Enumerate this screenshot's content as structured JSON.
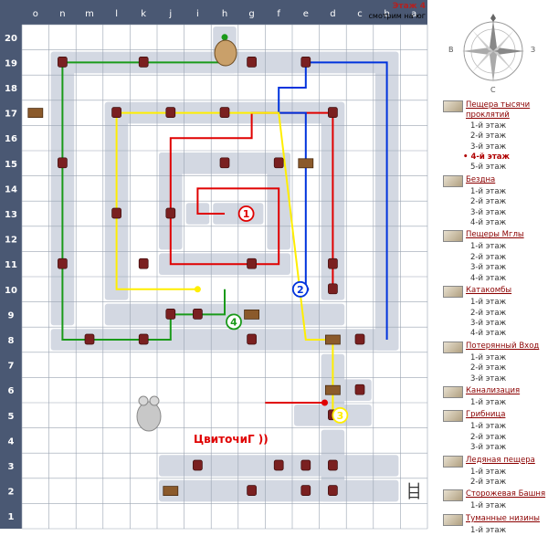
{
  "header": {
    "floor_title": "Этаж 4",
    "view_text": "смотрим на юг"
  },
  "columns": [
    "o",
    "n",
    "m",
    "l",
    "k",
    "j",
    "i",
    "h",
    "g",
    "f",
    "e",
    "d",
    "c",
    "b",
    "a"
  ],
  "rows": [
    "20",
    "19",
    "18",
    "17",
    "16",
    "15",
    "14",
    "13",
    "12",
    "11",
    "10",
    "9",
    "8",
    "7",
    "6",
    "5",
    "4",
    "3",
    "2",
    "1"
  ],
  "compass": {
    "north": "С",
    "west": "В",
    "east": "З"
  },
  "markers": [
    "1",
    "2",
    "3",
    "4"
  ],
  "player_label": "ЦвиточиГ ))",
  "colors": {
    "grid_line": "#9aa3b2",
    "header_bg": "#4a5873",
    "corridor": "#d3d8e2",
    "red": "#e00000",
    "blue": "#0033dd",
    "yellow": "#ffee00",
    "green": "#1a9a1a"
  },
  "sidebar": [
    {
      "name": "Пещера тысячи проклятий",
      "icon": "cave-icon",
      "levels": [
        "1-й этаж",
        "2-й этаж",
        "3-й этаж",
        "4-й этаж",
        "5-й этаж"
      ],
      "current": 3
    },
    {
      "name": "Бездна",
      "icon": "abyss-icon",
      "levels": [
        "1-й этаж",
        "2-й этаж",
        "3-й этаж",
        "4-й этаж"
      ],
      "current": -1
    },
    {
      "name": "Пещеры Мглы",
      "icon": "mist-icon",
      "levels": [
        "1-й этаж",
        "2-й этаж",
        "3-й этаж",
        "4-й этаж"
      ],
      "current": -1
    },
    {
      "name": "Катакомбы",
      "icon": "catacomb-icon",
      "levels": [
        "1-й этаж",
        "2-й этаж",
        "3-й этаж",
        "4-й этаж"
      ],
      "current": -1
    },
    {
      "name": "Потерянный Вход",
      "icon": "lost-entrance-icon",
      "levels": [
        "1-й этаж",
        "2-й этаж",
        "3-й этаж"
      ],
      "current": -1
    },
    {
      "name": "Канализация",
      "icon": "sewer-icon",
      "levels": [
        "1-й этаж"
      ],
      "current": -1
    },
    {
      "name": "Грибница",
      "icon": "mushroom-icon",
      "levels": [
        "1-й этаж",
        "2-й этаж",
        "3-й этаж"
      ],
      "current": -1
    },
    {
      "name": "Ледяная пещера",
      "icon": "ice-icon",
      "levels": [
        "1-й этаж",
        "2-й этаж"
      ],
      "current": -1
    },
    {
      "name": "Сторожевая Башня",
      "icon": "tower-icon",
      "levels": [
        "1-й этаж"
      ],
      "current": -1
    },
    {
      "name": "Туманные низины",
      "icon": "fog-icon",
      "levels": [
        "1-й этаж"
      ],
      "current": -1
    }
  ],
  "walkable": [
    [
      2,
      19,
      14,
      19
    ],
    [
      2,
      8,
      14,
      8
    ],
    [
      2,
      9,
      2,
      19
    ],
    [
      14,
      8,
      14,
      19
    ],
    [
      4,
      17,
      12,
      17
    ],
    [
      4,
      9,
      12,
      9
    ],
    [
      4,
      10,
      4,
      17
    ],
    [
      12,
      10,
      12,
      17
    ],
    [
      6,
      15,
      10,
      15
    ],
    [
      6,
      11,
      10,
      11
    ],
    [
      6,
      12,
      6,
      15
    ],
    [
      10,
      12,
      10,
      15
    ],
    [
      8,
      13,
      9,
      13
    ],
    [
      8,
      19,
      8,
      20
    ],
    [
      7,
      13,
      7,
      13
    ],
    [
      12,
      5,
      12,
      7
    ],
    [
      11,
      5,
      13,
      5
    ],
    [
      12,
      6,
      13,
      6
    ],
    [
      6,
      3,
      14,
      3
    ],
    [
      6,
      2,
      14,
      2
    ],
    [
      12,
      2,
      12,
      4
    ]
  ],
  "paths": [
    {
      "color": "red",
      "points": [
        [
          8,
          13
        ],
        [
          7,
          13
        ],
        [
          7,
          14
        ],
        [
          10,
          14
        ],
        [
          10,
          11
        ],
        [
          6,
          11
        ],
        [
          6,
          16
        ],
        [
          9,
          16
        ],
        [
          9,
          17
        ],
        [
          12,
          17
        ],
        [
          12,
          10
        ]
      ]
    },
    {
      "color": "blue",
      "points": [
        [
          14,
          8
        ],
        [
          14,
          19
        ],
        [
          11,
          19
        ],
        [
          11,
          18
        ],
        [
          10,
          18
        ],
        [
          10,
          17
        ],
        [
          11,
          17
        ],
        [
          11,
          10
        ]
      ]
    },
    {
      "color": "yellow",
      "points": [
        [
          12,
          5
        ],
        [
          12,
          8
        ],
        [
          11,
          8
        ],
        [
          10,
          17
        ],
        [
          4,
          17
        ],
        [
          4,
          10
        ],
        [
          7,
          10
        ]
      ]
    },
    {
      "color": "green",
      "points": [
        [
          8,
          10
        ],
        [
          8,
          9
        ],
        [
          6,
          9
        ],
        [
          6,
          8
        ],
        [
          2,
          8
        ],
        [
          2,
          19
        ],
        [
          8,
          19
        ],
        [
          8,
          20
        ]
      ]
    },
    {
      "color": "red",
      "points": [
        [
          9.5,
          5.5
        ],
        [
          11.7,
          5.5
        ]
      ]
    }
  ]
}
